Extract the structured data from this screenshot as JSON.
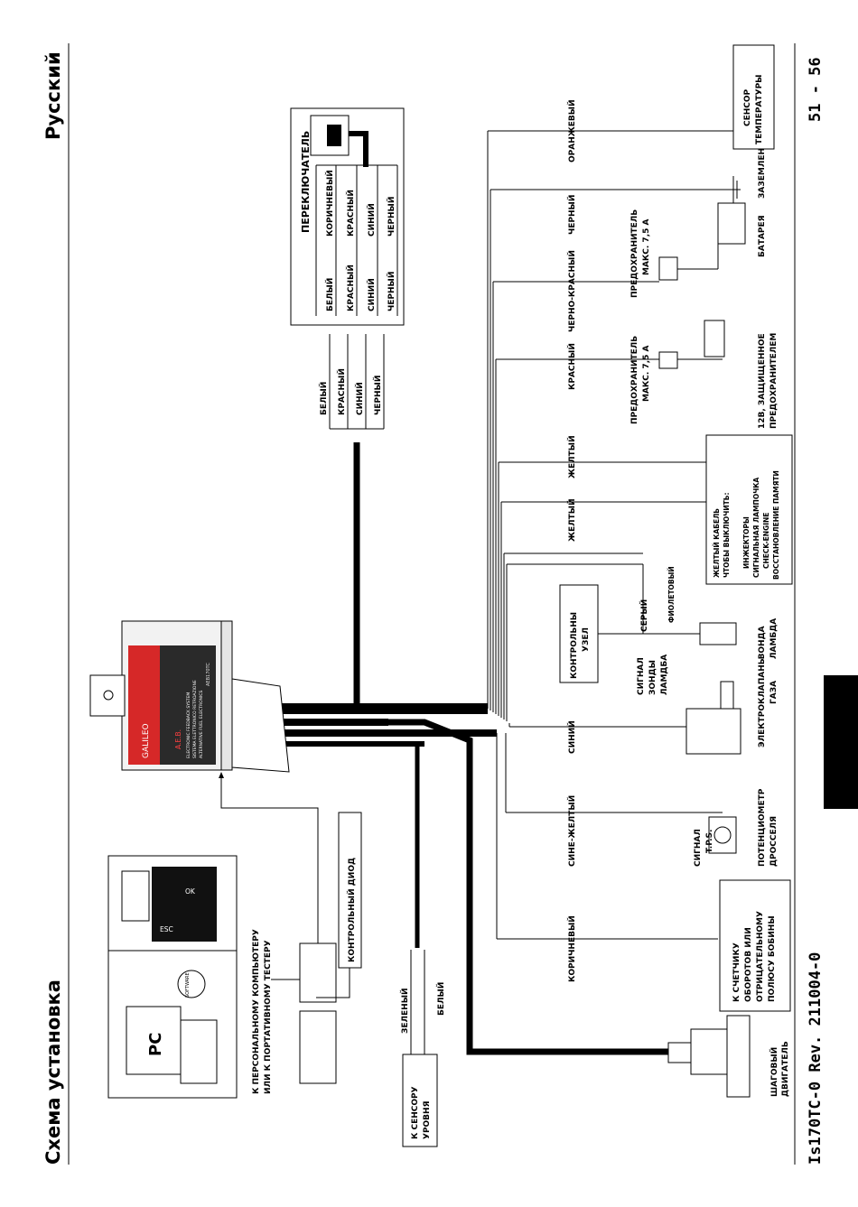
{
  "page": {
    "title": "Схема установка",
    "language": "Русский",
    "document_id": "Is170TC-0 Rev. 211004-0",
    "page_number": "51 - 56"
  },
  "ecu": {
    "brand": "GALILEO",
    "logo": "A.E.B.",
    "line1": "ELECTRONIC FEEDBACK SYSTEM",
    "line2": "SISTEMA ELETTRONICO RETROAZIONE",
    "line3": "ALTERNATIVE FUEL ELECTRONICS",
    "model": "AEB170TC"
  },
  "switch": {
    "title": "ПЕРЕКЛЮЧАТЕЛЬ",
    "wires_left": [
      "БЕЛЫЙ",
      "КРАСНЫЙ",
      "СИНИЙ",
      "ЧЕРНЫЙ"
    ],
    "wires_right": [
      "КОРИЧНЕВЫЙ",
      "КРАСНЫЙ",
      "СИНИЙ",
      "ЧЕРНЫЙ"
    ],
    "bundle_labels": [
      "БЕЛЫЙ",
      "КРАСНЫЙ",
      "СИНИЙ",
      "ЧЕРНЫЙ"
    ]
  },
  "tester": {
    "caption_line1": "К ПЕРСОНАЛЬНОМУ КОМПЬЮТЕРУ",
    "caption_line2": "ИЛИ К ПОРТАТИВНОМУ ТЕСТЕРУ",
    "pc_label": "PC",
    "cd_label": "SOFTWARE",
    "keys": [
      "ESC",
      "OK"
    ]
  },
  "led": {
    "label": "КОНТРОЛЬНЫЙ ДИОД"
  },
  "level_sensor": {
    "label_line1": "К СЕНСОРУ",
    "label_line2": "УРОВНЯ",
    "wire1": "ЗЕЛЕНЫЙ",
    "wire2": "БЕЛЫЙ"
  },
  "wires": {
    "brown": "КОРИЧНЕВЫЙ",
    "blue_yellow": "СИНЕ-ЖЕЛТЫЙ",
    "blue": "СИНИЙ",
    "gray": "СЕРЫЙ",
    "violet": "ФИОЛЕТОВЫЙ",
    "yellow1": "ЖЕЛТЫЙ",
    "yellow2": "ЖЕЛТЫЙ",
    "red": "КРАСНЫЙ",
    "black_red": "ЧЕРНО-КРАСНЫЙ",
    "black": "ЧЕРНЫЙ",
    "orange": "ОРАНЖЕВЫЙ"
  },
  "components": {
    "stepper_line1": "ШАГОВЫЙ",
    "stepper_line2": "ДВИГАТЕЛЬ",
    "rpm_lines": [
      "К СЧЕТЧИКУ",
      "ОБОРОТОВ ИЛИ",
      "ОТРИЦАТЕЛЬНОМУ",
      "ПОЛЮСУ БОБИНЫ"
    ],
    "tps_signal_line1": "СИГНАЛ",
    "tps_signal_line2": "T.P.S.",
    "tps_line1": "ПОТЕНЦИОМЕТР",
    "tps_line2": "ДРОССЕЛЯ",
    "valves_line1": "ЭЛЕКТРОКЛАПАНЫ",
    "valves_line2": "ГАЗА",
    "lambda_signal_lines": [
      "СИГНАЛ",
      "ЗОНДЫ",
      "ЛАМДБА"
    ],
    "control_node_line1": "КОНТРОЛЬНЫ",
    "control_node_line2": "УЗЕЛ",
    "lambda_line1": "ЗОНДА",
    "lambda_line2": "ЛАМБДА",
    "yellow_box_lines": [
      "ЖЕЛТЫЙ КАБЕЛЬ",
      "ЧТОБЫ ВЫКЛЮЧИТЬ:",
      "",
      "ИНЖЕКТОРЫ",
      "СИГНАЛЬНАЯ ЛАМПОЧКА",
      "CHECK-ENGINE",
      "ВОССТАНОВЛЕНИЕ ПАМЯТИ"
    ],
    "fuse1_line1": "ПРЕДОХРАНИТЕЛЬ",
    "fuse1_line2": "МАКС. 7,5 А",
    "fuse2_line1": "ПРЕДОХРАНИТЕЛЬ",
    "fuse2_line2": "МАКС. 7,5 А",
    "key12v_line1": "12В, ЗАЩИЩЕННОЕ",
    "key12v_line2": "ПРЕДОХРАНИТЕЛЕМ",
    "battery": "БАТАРЕЯ",
    "ground": "ЗАЗЕМЛЕНИЕ",
    "temp_line1": "СЕНСОР",
    "temp_line2": "ТЕМПЕРАТУРЫ"
  }
}
